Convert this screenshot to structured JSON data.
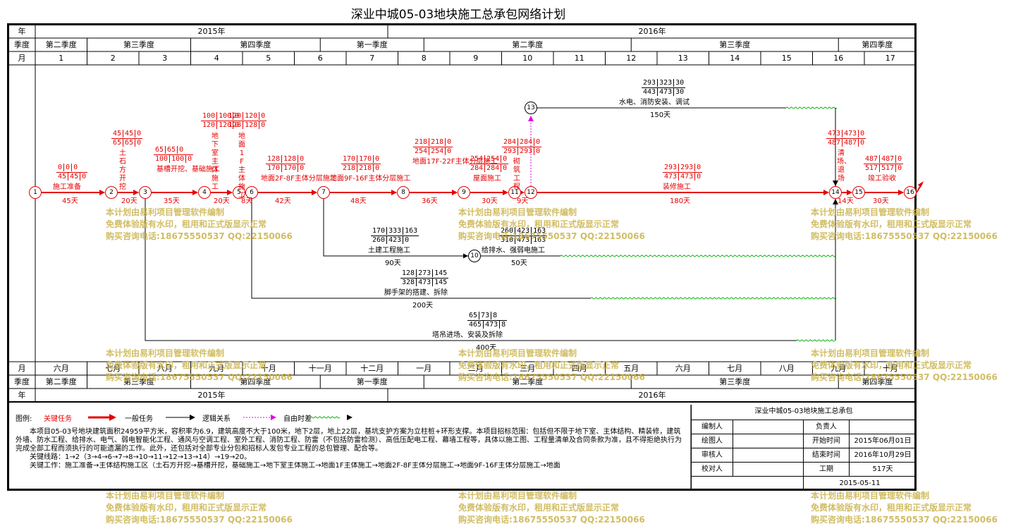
{
  "title": "深业中城05-03地块施工总承包网络计划",
  "header": {
    "row_labels": {
      "year": "年",
      "quarter": "季度",
      "month": "月"
    },
    "years": [
      "2015年",
      "2016年"
    ],
    "quarters_top": [
      "第二季度",
      "第三季度",
      "第四季度",
      "第一季度",
      "第二季度",
      "第三季度",
      "第四季度"
    ],
    "months_top": [
      "1",
      "2",
      "3",
      "4",
      "5",
      "6",
      "7",
      "8",
      "9",
      "10",
      "11",
      "12",
      "13",
      "14",
      "15",
      "16",
      "17"
    ]
  },
  "footer": {
    "months": [
      "六月",
      "七月",
      "八月",
      "九月",
      "十月",
      "十一月",
      "十二月",
      "一月",
      "二月",
      "三月",
      "四月",
      "五月",
      "六月",
      "七月",
      "八月",
      "九月",
      "十月"
    ],
    "quarters": [
      "第二季度",
      "第三季度",
      "第四季度",
      "第一季度",
      "第二季度",
      "第三季度",
      "第四季度"
    ],
    "years": [
      "2015年",
      "2016年"
    ]
  },
  "nodes": [
    "1",
    "2",
    "3",
    "4",
    "5",
    "6",
    "7",
    "8",
    "9",
    "10",
    "11",
    "12",
    "13",
    "14",
    "15",
    "16"
  ],
  "tasks": [
    {
      "name": "施工准备",
      "duration": "45天",
      "params": [
        "0",
        "0",
        "0",
        "45",
        "45",
        "0"
      ]
    },
    {
      "name": "土石方开挖",
      "duration": "20天",
      "params": [
        "45",
        "45",
        "0",
        "65",
        "65",
        "0"
      ]
    },
    {
      "name": "基槽开挖、基础施工",
      "duration": "35天",
      "params": [
        "65",
        "65",
        "0",
        "100",
        "100",
        "0"
      ]
    },
    {
      "name": "地下室主体施工",
      "duration": "20天",
      "params": [
        "100",
        "100",
        "0",
        "120",
        "120",
        "0"
      ]
    },
    {
      "name": "地面1F主体施工",
      "duration": "8天",
      "params": [
        "120",
        "120",
        "0",
        "128",
        "128",
        "0"
      ]
    },
    {
      "name": "地面2F-8F主体分层施工",
      "duration": "42天",
      "params": [
        "128",
        "128",
        "0",
        "170",
        "170",
        "0"
      ]
    },
    {
      "name": "地面9F-16F主体分层施工",
      "duration": "48天",
      "params": [
        "170",
        "170",
        "0",
        "218",
        "218",
        "0"
      ]
    },
    {
      "name": "地面17F-22F主体分层施工",
      "duration": "36天",
      "params": [
        "218",
        "218",
        "0",
        "254",
        "254",
        "0"
      ]
    },
    {
      "name": "屋面施工",
      "duration": "30天",
      "params": [
        "254",
        "254",
        "0",
        "284",
        "284",
        "0"
      ]
    },
    {
      "name": "砌筑工程",
      "duration": "9天",
      "params": [
        "284",
        "284",
        "0",
        "293",
        "293",
        "0"
      ]
    },
    {
      "name": "装修施工",
      "duration": "180天",
      "params": [
        "293",
        "293",
        "0",
        "473",
        "473",
        "0"
      ]
    },
    {
      "name": "水电、消防安装、调试",
      "duration": "150天",
      "params": [
        "293",
        "323",
        "30",
        "443",
        "473",
        "30"
      ]
    },
    {
      "name": "清场、退场",
      "duration": "14天",
      "params": [
        "473",
        "473",
        "0",
        "487",
        "487",
        "0"
      ]
    },
    {
      "name": "竣工验收",
      "duration": "30天",
      "params": [
        "487",
        "487",
        "0",
        "517",
        "517",
        "0"
      ]
    },
    {
      "name": "土建工程施工",
      "duration": "90天",
      "params": [
        "170",
        "333",
        "163",
        "260",
        "423",
        "0"
      ]
    },
    {
      "name": "给排水、强弱电施工",
      "duration": "50天",
      "params": [
        "260",
        "423",
        "163",
        "310",
        "473",
        "163"
      ]
    },
    {
      "name": "脚手架的搭建、拆除",
      "duration": "200天",
      "params": [
        "128",
        "273",
        "145",
        "328",
        "473",
        "145"
      ]
    },
    {
      "name": "塔吊进场、安装及拆除",
      "duration": "400天",
      "params": [
        "65",
        "73",
        "8",
        "465",
        "473",
        "8"
      ]
    }
  ],
  "legend": {
    "label": "图例:",
    "items": [
      "关键任务",
      "一般任务",
      "逻辑关系",
      "自由时差"
    ]
  },
  "description": [
    "本项目05-03号地块建筑面积24959平方米，容积率为6.9，建筑高度不大于100米，地下2层，地上22层，基坑支护方案为立柱桩+环形支撑。本项目招标范围：包括但不限于地下室、主体结构、精装修，建筑外墙、防水工程、给排水、电气、弱电智能化工程、通风与空调工程、室外工程、消防工程、防雷（不包括防雷检测）、高低压配电工程、幕墙工程等，具体以施工图、工程量清单及合同条款为准，且不得拒绝执行为完成全部工程而须执行的可能遗漏的工作。此外，还包括对全部专业分包和招标人发包专业工程的总包管理、配合等。",
    "关键线路：1→2（3→4→6→7→8→10→11→12→13→14）→19→20。",
    "关键工作：施工准备→主体结构施工区（土石方开挖→基槽开挖，基础施工→地下室主体施工→地面1F主体施工→地面2F-8F主体分层施工→地面9F-16F主体分层施工→地面"
  ],
  "info": {
    "project": "深业中城05-03地块施工总承包",
    "rows": [
      {
        "k1": "编制人",
        "v1": "",
        "k2": "负责人",
        "v2": ""
      },
      {
        "k1": "绘图人",
        "v1": "",
        "k2": "开始时间",
        "v2": "2015年06月01日"
      },
      {
        "k1": "审核人",
        "v1": "",
        "k2": "结束时间",
        "v2": "2016年10月29日"
      },
      {
        "k1": "校对人",
        "v1": "",
        "k2": "工期",
        "v2": "517天"
      }
    ],
    "date": "2015-05-11"
  },
  "watermark": [
    "本计划由易利项目管理软件编制",
    "免费体验版有水印，租用和正式版显示正常",
    "购买咨询电话:18675550537 QQ:22150066"
  ],
  "colors": {
    "critical": "#e60000",
    "normal": "#000000",
    "logic": "#e600e6",
    "float": "#00b000",
    "watermark": "#c9b24a"
  }
}
